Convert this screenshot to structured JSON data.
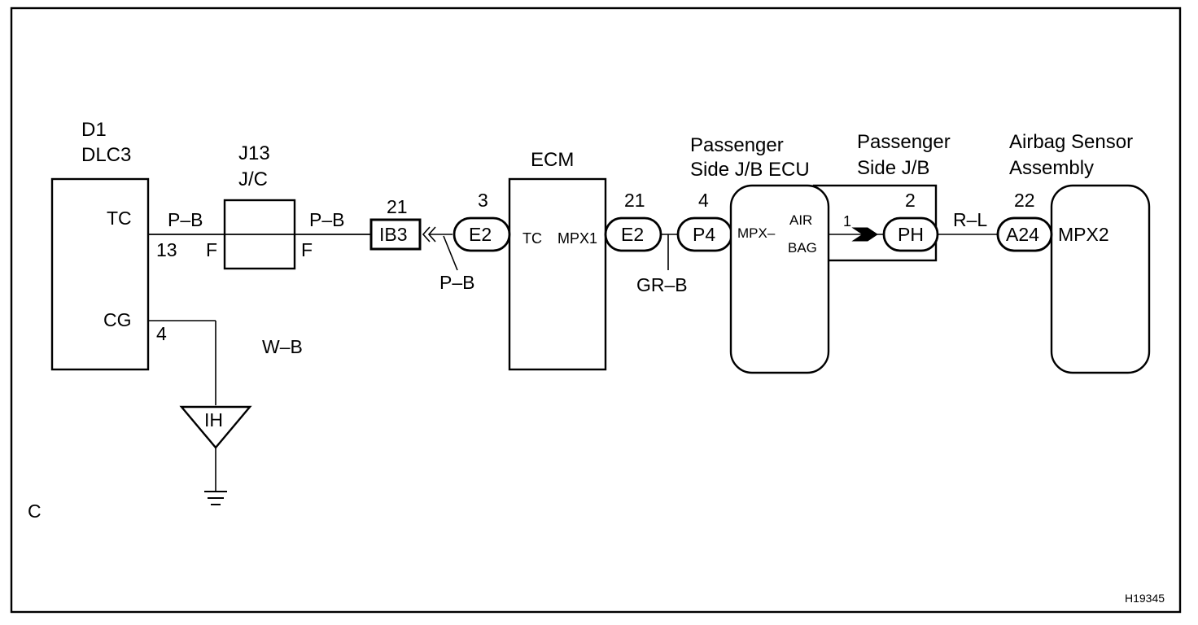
{
  "figure": {
    "section_letter": "C",
    "figure_id": "H19345"
  },
  "dlc3": {
    "code": "D1",
    "name": "DLC3",
    "pin_tc": "TC",
    "pin_tc_num": "13",
    "pin_cg": "CG",
    "pin_cg_num": "4"
  },
  "jc": {
    "code": "J13",
    "name": "J/C",
    "left_pin": "F",
    "right_pin": "F"
  },
  "wires": {
    "pb_1": "P–B",
    "pb_2": "P–B",
    "pb_3": "P–B",
    "wb": "W–B",
    "grb": "GR–B",
    "rl": "R–L"
  },
  "ib3": {
    "label": "IB3",
    "pin": "21"
  },
  "ground_ih": {
    "label": "IH"
  },
  "ecm": {
    "name": "ECM",
    "conn_left": "E2",
    "conn_left_pin": "3",
    "pin_tc": "TC",
    "pin_mpx1": "MPX1",
    "conn_right": "E2",
    "conn_right_pin": "21"
  },
  "p4": {
    "label": "P4",
    "pin": "4"
  },
  "jb_ecu": {
    "name_line1": "Passenger",
    "name_line2": "Side J/B ECU",
    "pin_mpx": "MPX–",
    "pin_air": "AIR",
    "pin_bag": "BAG"
  },
  "jb": {
    "name_line1": "Passenger",
    "name_line2": "Side J/B",
    "pin_in": "1",
    "pin_out": "2",
    "conn": "PH"
  },
  "a24": {
    "label": "A24",
    "pin": "22"
  },
  "airbag": {
    "name_line1": "Airbag Sensor",
    "name_line2": "Assembly",
    "pin_mpx2": "MPX2"
  }
}
